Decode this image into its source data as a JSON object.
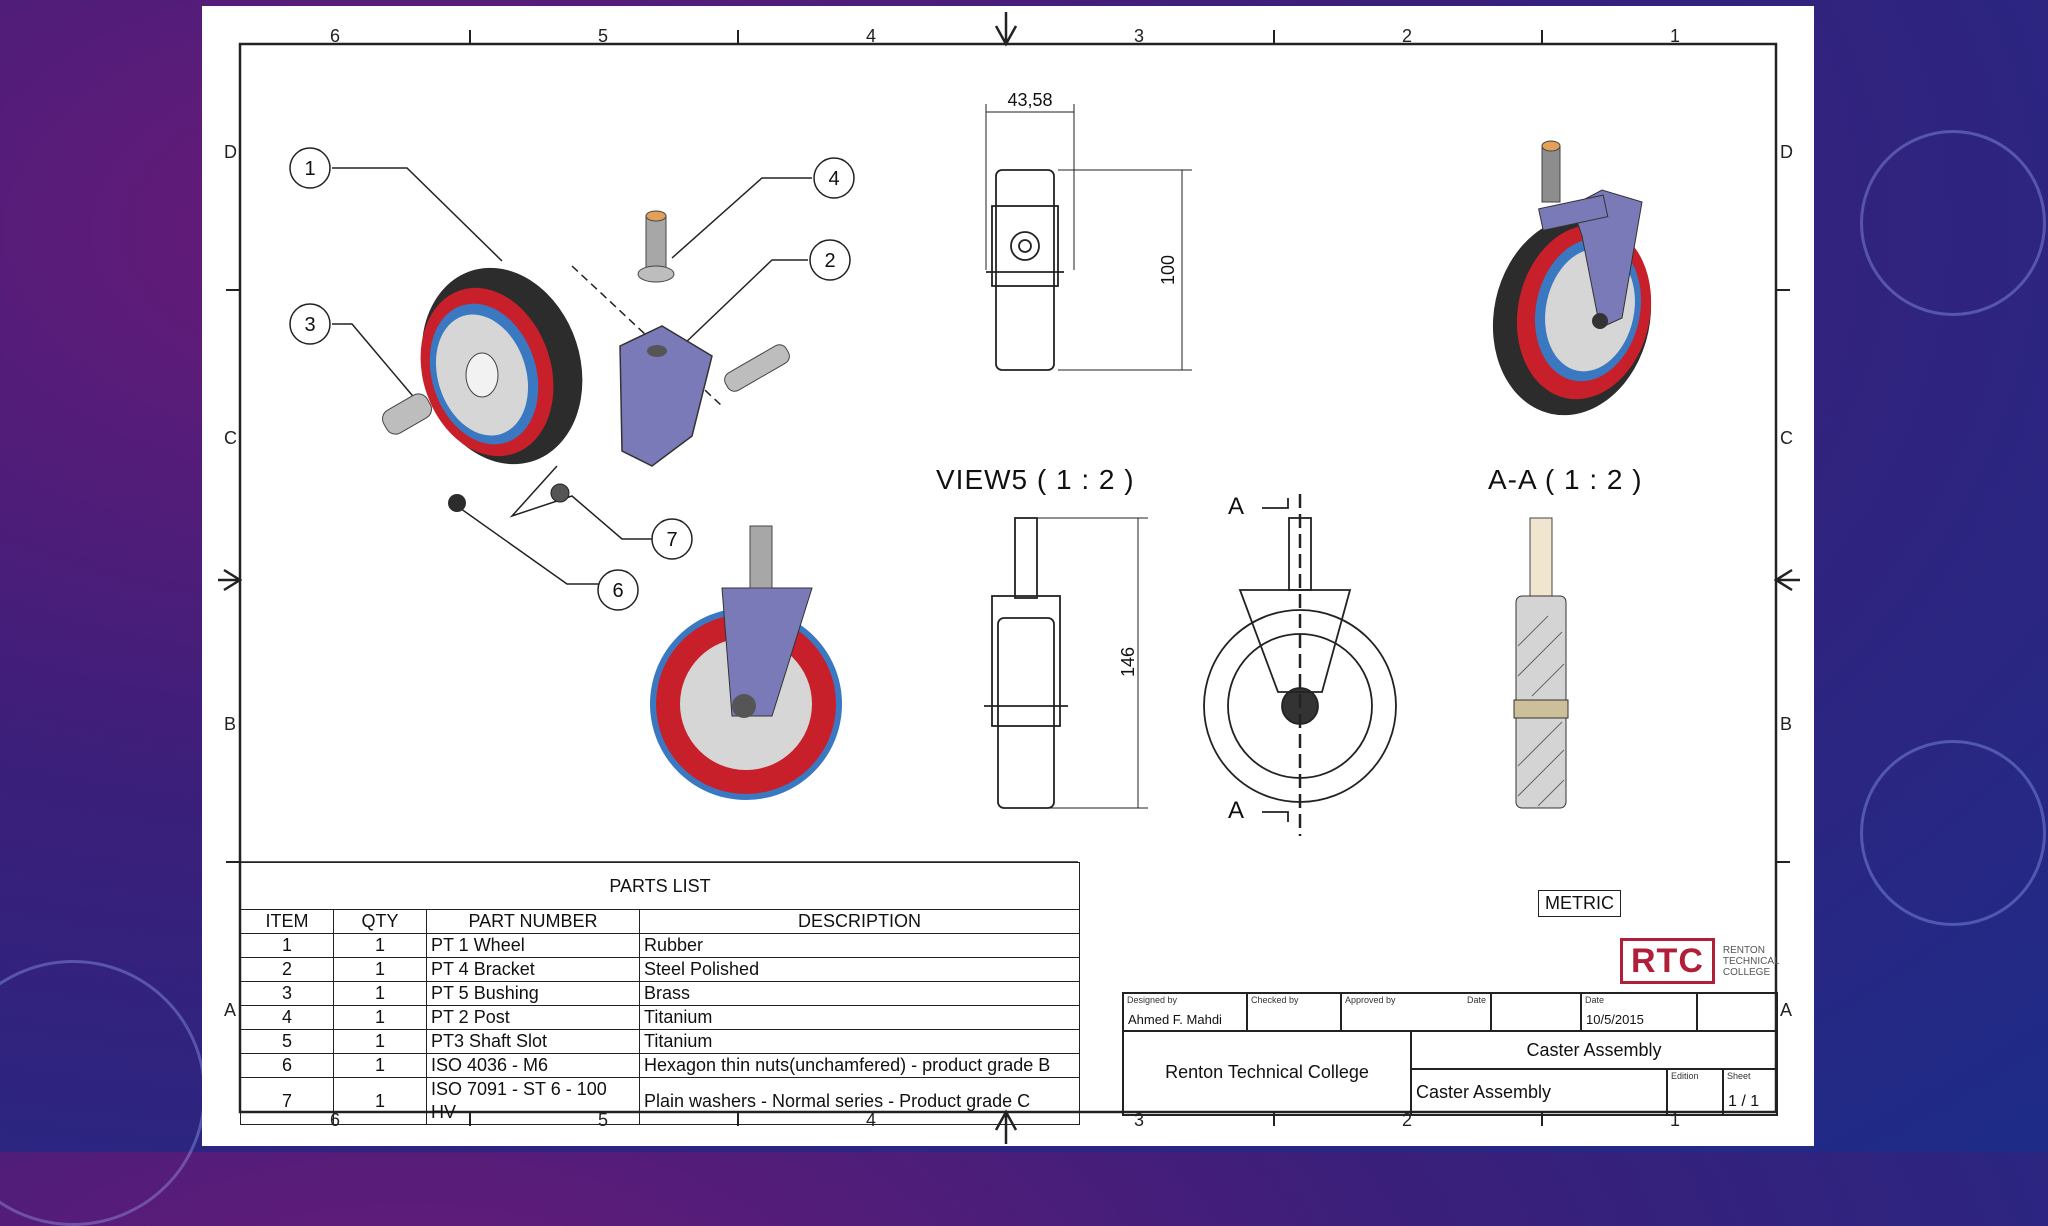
{
  "sheet": {
    "zone_columns": [
      "6",
      "5",
      "4",
      "3",
      "2",
      "1"
    ],
    "zone_rows": [
      "D",
      "C",
      "B",
      "A"
    ]
  },
  "views": {
    "view5_label": "VIEW5 ( 1 : 2 )",
    "section_label": "A-A ( 1 : 2 )",
    "section_marker": "A"
  },
  "dimensions": {
    "width": "43,58",
    "height_top": "100",
    "height_front": "146"
  },
  "balloons": [
    "1",
    "2",
    "3",
    "4",
    "6",
    "7"
  ],
  "parts_list": {
    "title": "PARTS LIST",
    "headers": [
      "ITEM",
      "QTY",
      "PART NUMBER",
      "DESCRIPTION"
    ],
    "rows": [
      [
        "1",
        "1",
        "PT 1 Wheel",
        "Rubber"
      ],
      [
        "2",
        "1",
        "PT 4 Bracket",
        "Steel Polished"
      ],
      [
        "3",
        "1",
        "PT 5 Bushing",
        "Brass"
      ],
      [
        "4",
        "1",
        "PT 2 Post",
        "Titanium"
      ],
      [
        "5",
        "1",
        "PT3 Shaft Slot",
        "Titanium"
      ],
      [
        "6",
        "1",
        "ISO 4036 - M6",
        "Hexagon thin nuts(unchamfered) - product grade B"
      ],
      [
        "7",
        "1",
        "ISO 7091 - ST 6 - 100 HV",
        "Plain washers - Normal series - Product grade C"
      ]
    ]
  },
  "metric_label": "METRIC",
  "logo": {
    "mark": "RTC",
    "sub": "RENTON TECHNICAL COLLEGE"
  },
  "title_block": {
    "designed_by_label": "Designed by",
    "designed_by": "Ahmed F. Mahdi",
    "checked_by_label": "Checked by",
    "approved_by_label": "Approved by",
    "date_label": "Date",
    "date_label_2": "Date",
    "date": "10/5/2015",
    "company": "Renton Technical College",
    "title": "Caster Assembly",
    "subtitle": "Caster Assembly",
    "edition_label": "Edition",
    "sheet_label": "Sheet",
    "sheet": "1 / 1"
  },
  "colors": {
    "rubber": "#c8202a",
    "tread": "#2c2c2c",
    "blue": "#3a78c2",
    "bracket": "#7a7ab8",
    "hub": "#d8d8d8",
    "logo": "#b01e3a"
  }
}
